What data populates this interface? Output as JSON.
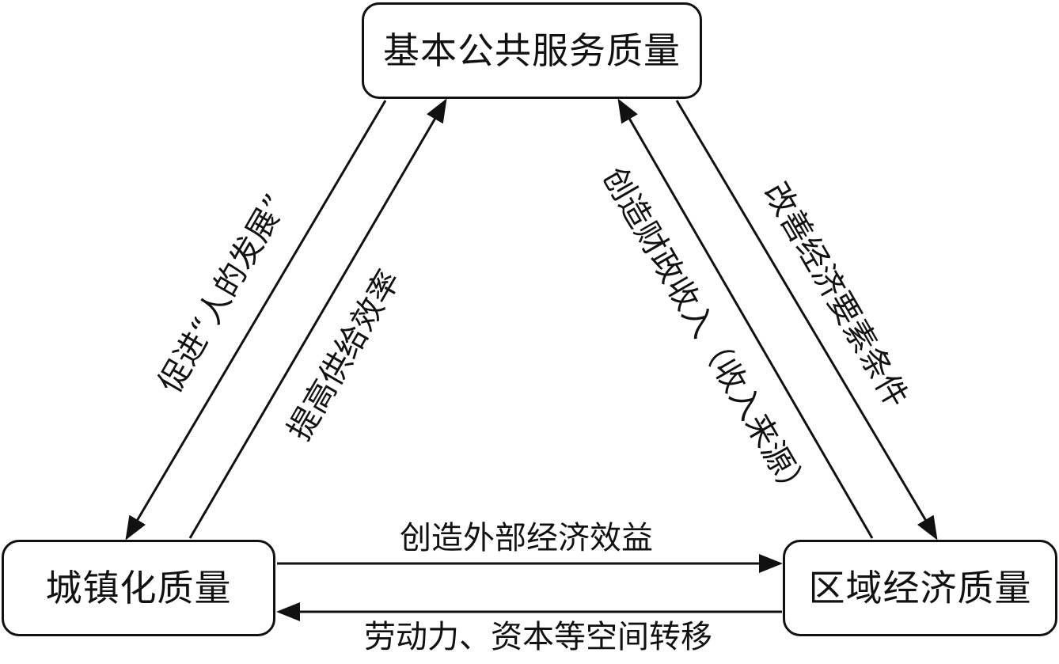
{
  "nodes": {
    "public_service": "基本公共服务质量",
    "urbanization": "城镇化质量",
    "regional_economy": "区域经济质量"
  },
  "edges": {
    "promote_human_development": "促进“人的发展”",
    "improve_supply_efficiency": "提高供给效率",
    "create_fiscal_revenue": "创造财政收入（收入来源）",
    "improve_economic_factors": "改善经济要素条件",
    "create_external_benefits": "创造外部经济效益",
    "factor_spatial_transfer": "劳动力、资本等空间转移"
  },
  "colors": {
    "stroke": "#111111",
    "background": "#ffffff"
  }
}
